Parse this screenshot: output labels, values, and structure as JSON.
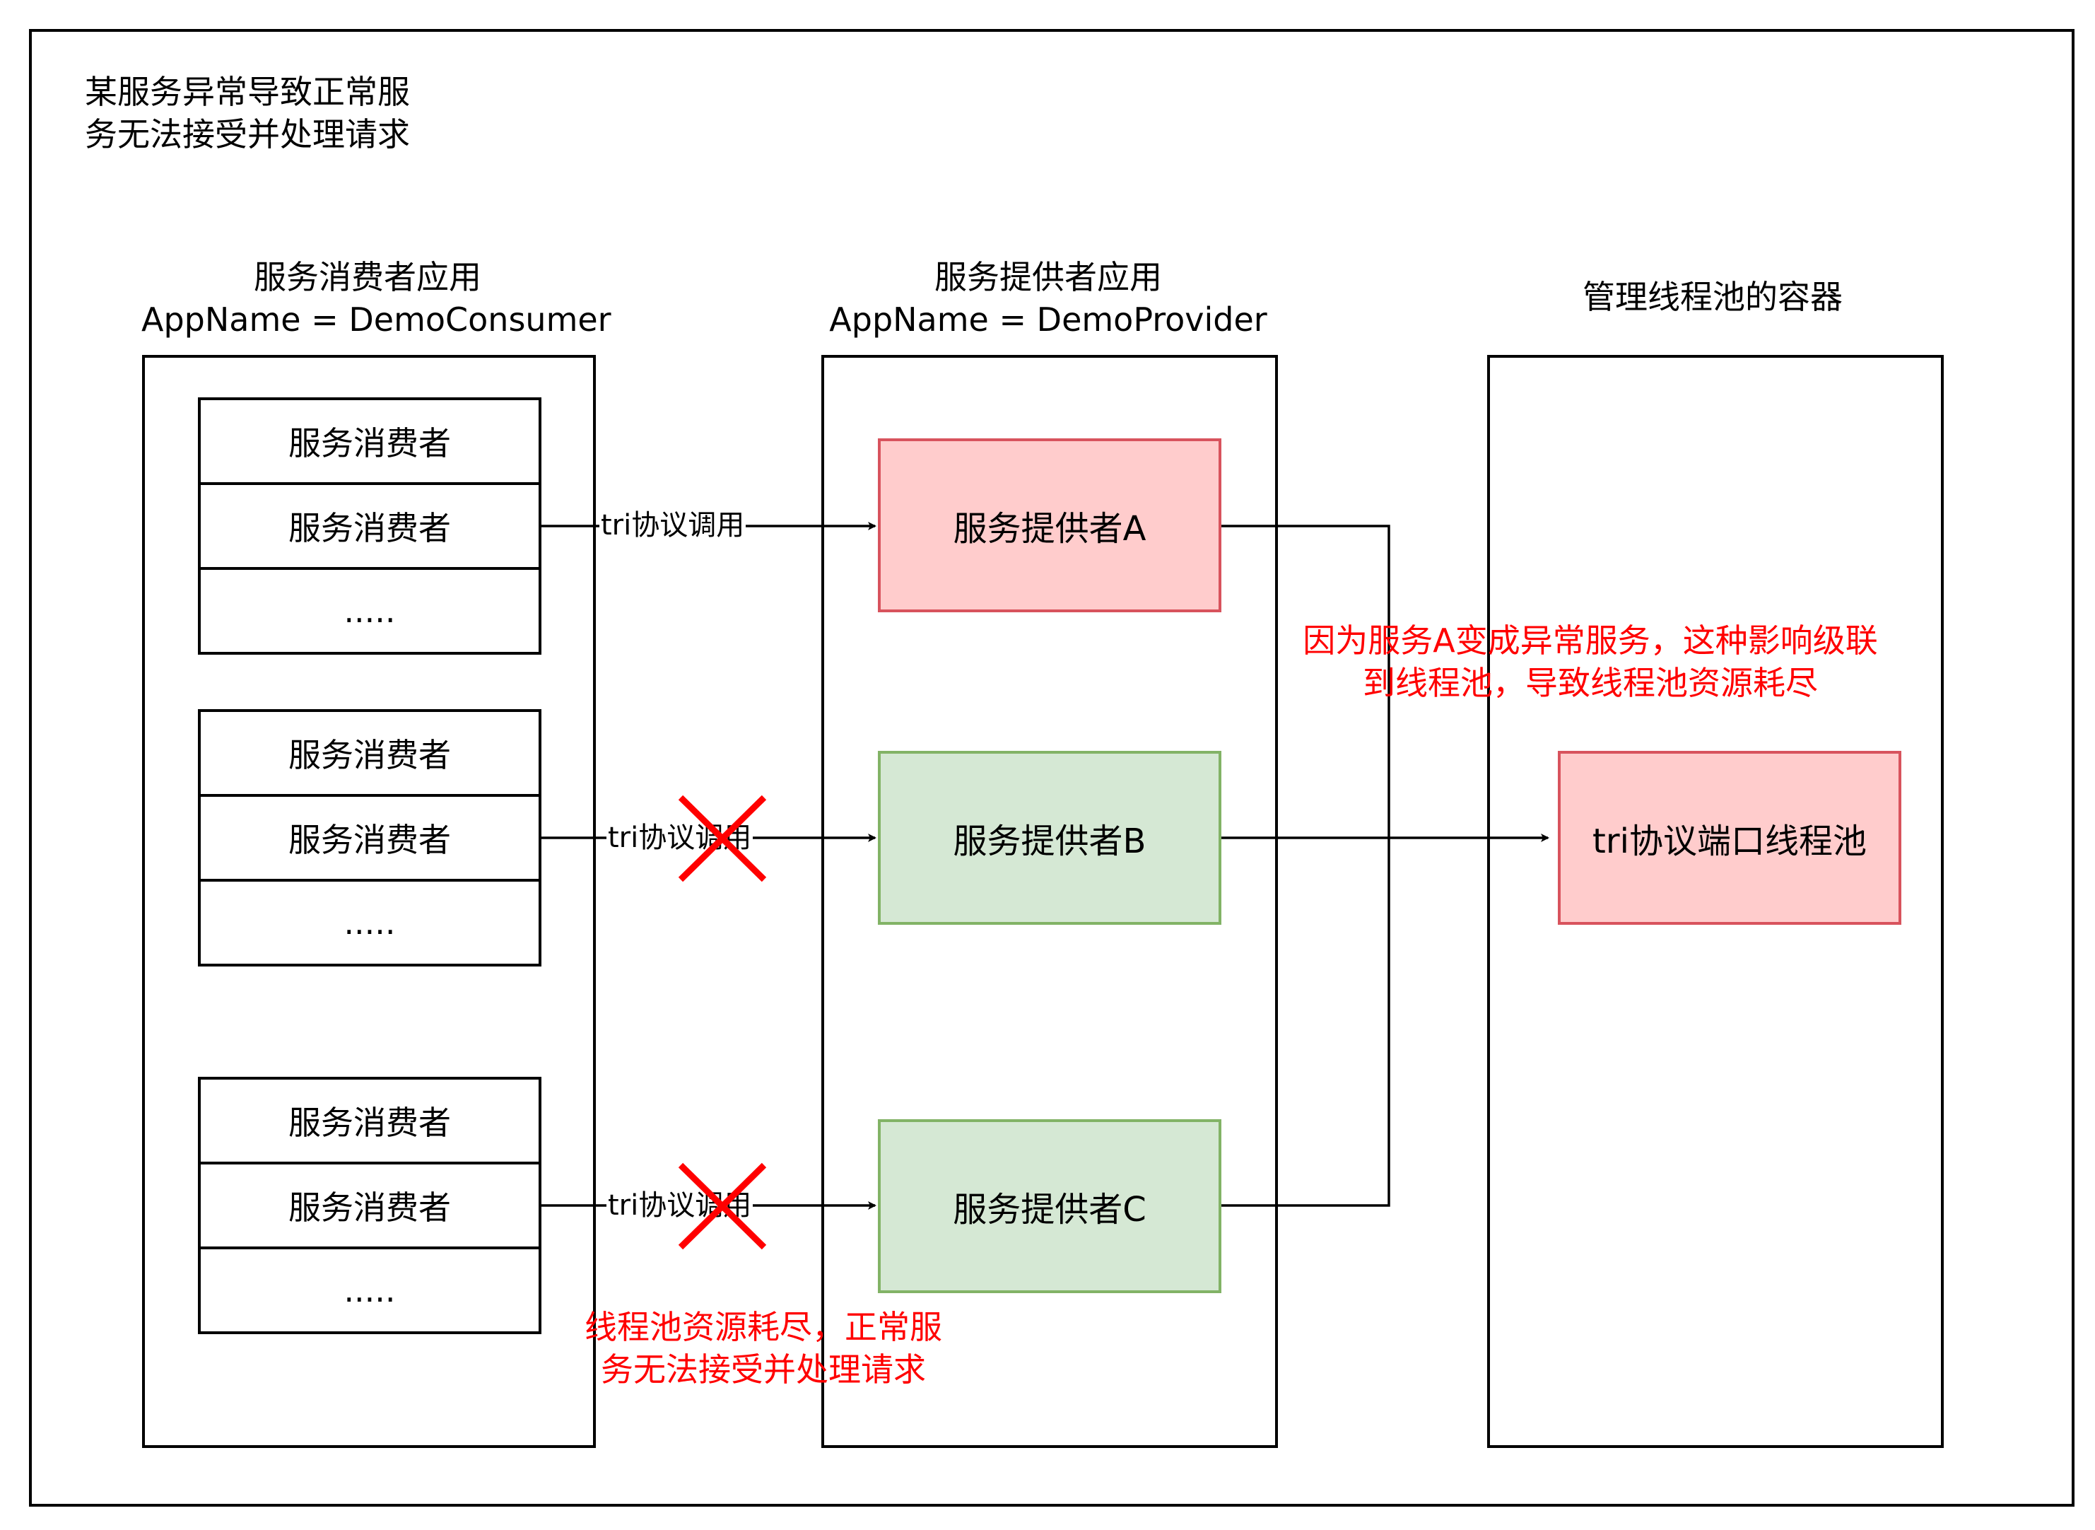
{
  "top_note": [
    "某服务异常导致正常服",
    "务无法接受并处理请求"
  ],
  "columns": {
    "consumer": {
      "title_line1": "服务消费者应用",
      "title_line2": "AppName = DemoConsumer"
    },
    "provider": {
      "title_line1": "服务提供者应用",
      "title_line2": "AppName = DemoProvider"
    },
    "container": {
      "title": "管理线程池的容器"
    }
  },
  "consumer_groups": [
    {
      "rows": [
        "服务消费者",
        "服务消费者",
        "....."
      ]
    },
    {
      "rows": [
        "服务消费者",
        "服务消费者",
        "....."
      ]
    },
    {
      "rows": [
        "服务消费者",
        "服务消费者",
        "....."
      ]
    }
  ],
  "providers": [
    {
      "label": "服务提供者A",
      "status": "abnormal",
      "color": "#ffcccc"
    },
    {
      "label": "服务提供者B",
      "status": "normal",
      "color": "#d5e8d4"
    },
    {
      "label": "服务提供者C",
      "status": "normal",
      "color": "#d5e8d4"
    }
  ],
  "edge_labels": [
    "tri协议调用",
    "tri协议调用",
    "tri协议调用"
  ],
  "thread_pool": {
    "label": "tri协议端口线程池",
    "color": "#ffcccc"
  },
  "red_notes": {
    "cascade": [
      "因为服务A变成异常服务，这种影响级联",
      "到线程池，导致线程池资源耗尽"
    ],
    "exhausted": [
      "线程池资源耗尽，正常服",
      "务无法接受并处理请求"
    ]
  },
  "colors": {
    "error_red": "#ff0000",
    "abnormal_fill": "#ffcccc",
    "abnormal_stroke": "#d8535d",
    "normal_fill": "#d5e8d4",
    "normal_stroke": "#82b366"
  }
}
